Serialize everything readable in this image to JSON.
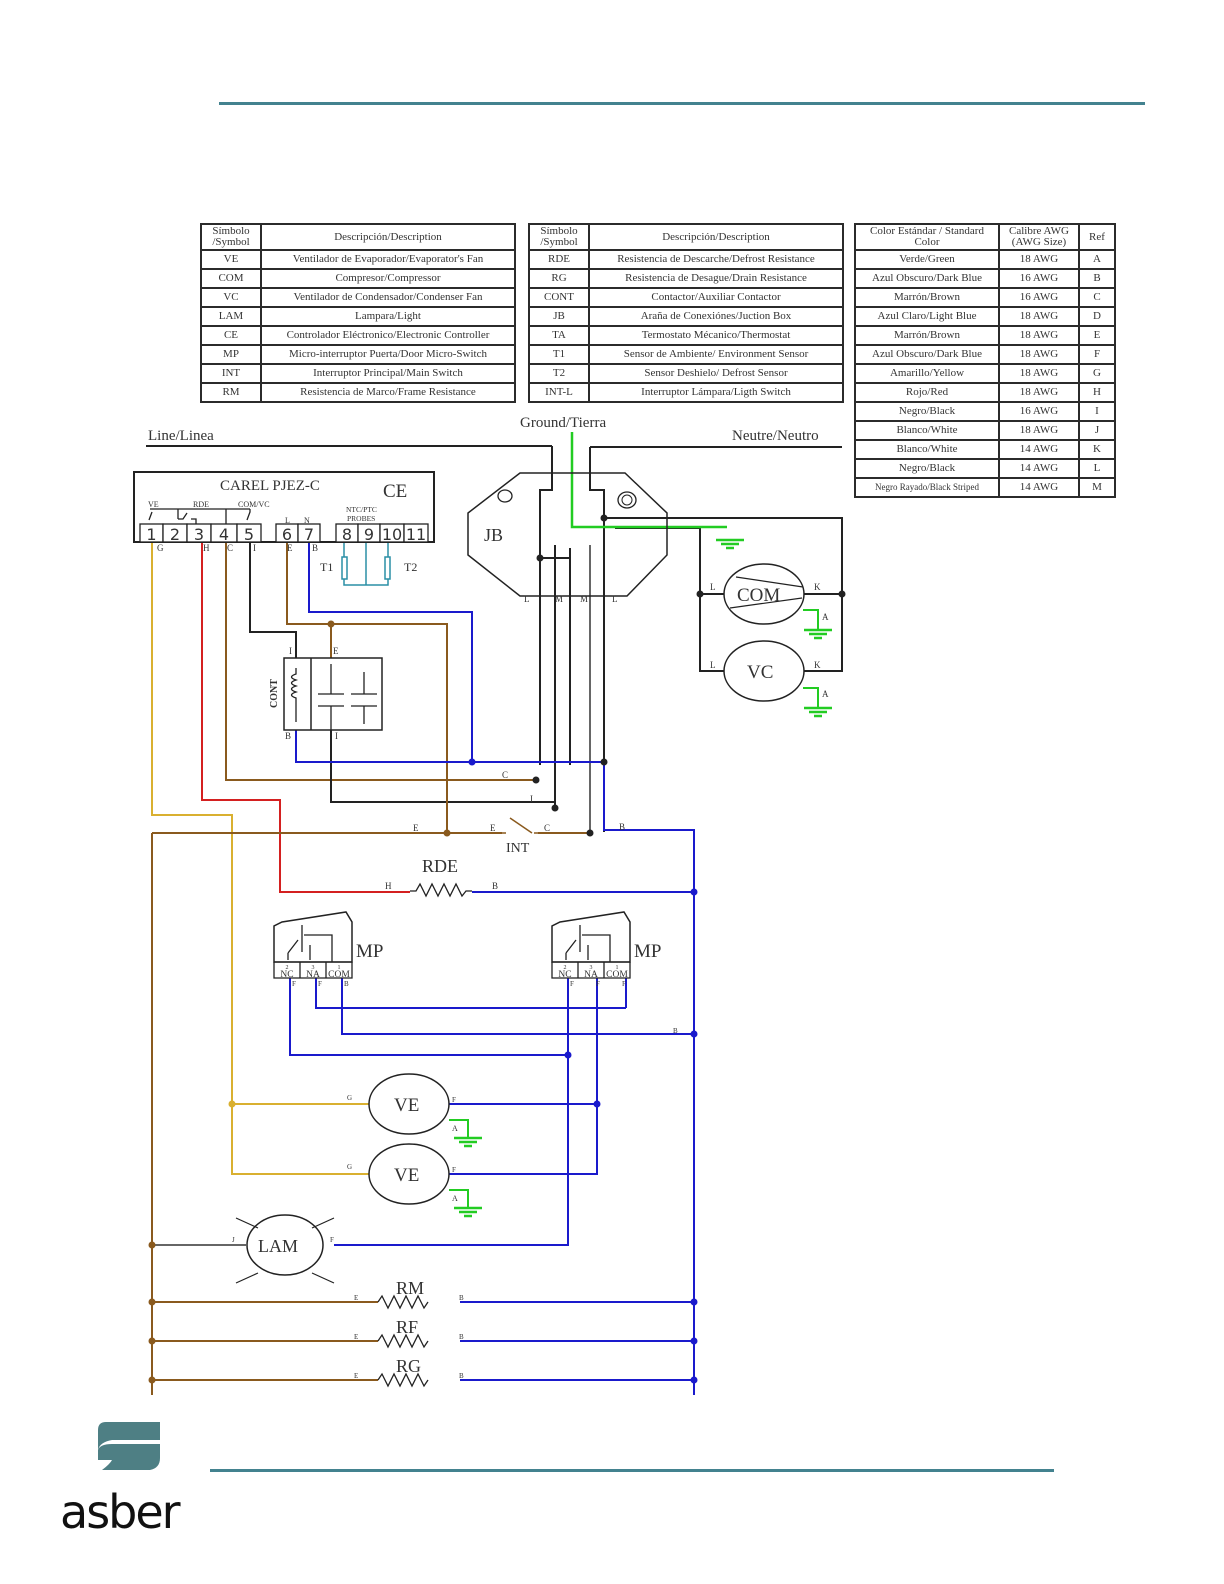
{
  "header_rule_color": "#43828f",
  "legend_table_1": {
    "headers": [
      "Símbolo /Symbol",
      "Descripción/Description"
    ],
    "rows": [
      [
        "VE",
        "Ventilador de Evaporador/Evaporator's Fan"
      ],
      [
        "COM",
        "Compresor/Compressor"
      ],
      [
        "VC",
        "Ventilador de Condensador/Condenser Fan"
      ],
      [
        "LAM",
        "Lampara/Light"
      ],
      [
        "CE",
        "Controlador Eléctronico/Electronic Controller"
      ],
      [
        "MP",
        "Micro-interruptor Puerta/Door Micro-Switch"
      ],
      [
        "INT",
        "Interruptor Principal/Main Switch"
      ],
      [
        "RM",
        "Resistencia de Marco/Frame Resistance"
      ]
    ]
  },
  "legend_table_2": {
    "headers": [
      "Símbolo /Symbol",
      "Descripción/Description"
    ],
    "rows": [
      [
        "RDE",
        "Resistencia de Descarche/Defrost Resistance"
      ],
      [
        "RG",
        "Resistencia de Desague/Drain Resistance"
      ],
      [
        "CONT",
        "Contactor/Auxiliar Contactor"
      ],
      [
        "JB",
        "Araña de Conexiónes/Juction Box"
      ],
      [
        "TA",
        "Termostato Mécanico/Thermostat"
      ],
      [
        "T1",
        "Sensor de Ambiente/ Environment Sensor"
      ],
      [
        "T2",
        "Sensor Deshielo/ Defrost Sensor"
      ],
      [
        "INT-L",
        "Interruptor Lámpara/Ligth Switch"
      ]
    ]
  },
  "wire_table": {
    "headers": [
      "Color Estándar / Standard Color",
      "Calibre AWG (AWG Size)",
      "Ref"
    ],
    "rows": [
      [
        "Verde/Green",
        "18 AWG",
        "A"
      ],
      [
        "Azul Obscuro/Dark Blue",
        "16 AWG",
        "B"
      ],
      [
        "Marrón/Brown",
        "16 AWG",
        "C"
      ],
      [
        "Azul Claro/Light Blue",
        "18 AWG",
        "D"
      ],
      [
        "Marrón/Brown",
        "18 AWG",
        "E"
      ],
      [
        "Azul Obscuro/Dark Blue",
        "18 AWG",
        "F"
      ],
      [
        "Amarillo/Yellow",
        "18 AWG",
        "G"
      ],
      [
        "Rojo/Red",
        "18 AWG",
        "H"
      ],
      [
        "Negro/Black",
        "16 AWG",
        "I"
      ],
      [
        "Blanco/White",
        "18 AWG",
        "J"
      ],
      [
        "Blanco/White",
        "14 AWG",
        "K"
      ],
      [
        "Negro/Black",
        "14 AWG",
        "L"
      ],
      [
        "Negro Rayado/Black Striped",
        "14 AWG",
        "M"
      ]
    ]
  },
  "diagram": {
    "line_label": "Line/Linea",
    "ground_label": "Ground/Tierra",
    "neutral_label": "Neutre/Neutro",
    "controller": {
      "model": "CAREL PJEZ-C",
      "symbol": "CE",
      "relay_labels": [
        "VE",
        "RDE",
        "COM/VC"
      ],
      "power_labels": [
        "L",
        "N"
      ],
      "probes_label": "NTC/PTC PROBES",
      "terminals": [
        "1",
        "2",
        "3",
        "4",
        "5",
        "6",
        "7",
        "8",
        "9",
        "10",
        "11"
      ],
      "terminal_wires": [
        "G",
        "H",
        "C",
        "I",
        "E",
        "B"
      ]
    },
    "sensors": [
      "T1",
      "T2"
    ],
    "junction_box": {
      "label": "JB",
      "terminals": [
        "L",
        "M",
        "M",
        "L"
      ]
    },
    "contactor": {
      "label": "CONT",
      "top_terms": [
        "I",
        "E"
      ],
      "bottom_terms": [
        "B",
        "I"
      ]
    },
    "compressor": {
      "label": "COM",
      "left": "L",
      "right": "K",
      "ground": "A"
    },
    "condenser_fan": {
      "label": "VC",
      "left": "L",
      "right": "K",
      "ground": "A"
    },
    "wire_tags": {
      "c": "C",
      "i": "I",
      "e1": "E",
      "e2": "E",
      "c2": "C",
      "b": "B",
      "h": "H",
      "b2": "B",
      "b3": "B"
    },
    "main_switch": "INT",
    "defrost_resistance": "RDE",
    "door_switch": {
      "label": "MP",
      "pins": [
        "NC",
        "NA",
        "COM"
      ],
      "pin_numbers": [
        "2",
        "3",
        "1"
      ],
      "wires_left": [
        "F",
        "F",
        "B"
      ],
      "wires_right": [
        "F",
        "F",
        "F"
      ]
    },
    "evaporator_fans": [
      {
        "label": "VE",
        "left": "G",
        "right": "F",
        "ground": "A"
      },
      {
        "label": "VE",
        "left": "G",
        "right": "F",
        "ground": "A"
      }
    ],
    "lamp": {
      "label": "LAM",
      "left": "J",
      "right": "F"
    },
    "resistances": [
      {
        "label": "RM",
        "left": "E",
        "right": "B"
      },
      {
        "label": "RF",
        "left": "E",
        "right": "B"
      },
      {
        "label": "RG",
        "left": "E",
        "right": "B"
      }
    ],
    "colors": {
      "green": "#22cc22",
      "blue": "#1a1acc",
      "brown": "#8a5a1e",
      "yellow": "#d9b030",
      "red": "#d42020",
      "black": "#222222",
      "gray": "#666666",
      "teal": "#2a8fa5"
    }
  },
  "logo": {
    "text": "asber",
    "color": "#4e7f84"
  }
}
